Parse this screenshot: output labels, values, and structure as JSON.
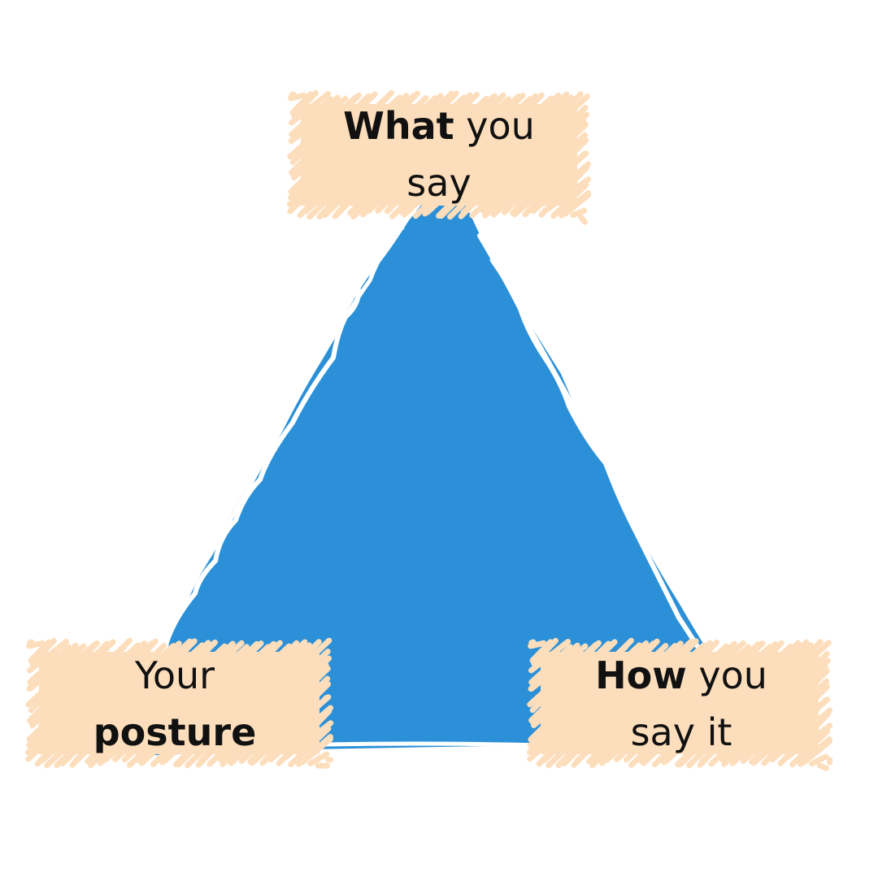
{
  "diagram": {
    "colors": {
      "triangle": "#2b90d8",
      "box": "#fddebc",
      "text": "#111111",
      "background": "#ffffff"
    },
    "nodes": {
      "top": {
        "bold": "What",
        "rest1": " you",
        "line2": "say"
      },
      "left": {
        "line1": "Your",
        "bold": "posture"
      },
      "right": {
        "bold": "How",
        "rest1": " you",
        "line2": "say it"
      }
    }
  }
}
